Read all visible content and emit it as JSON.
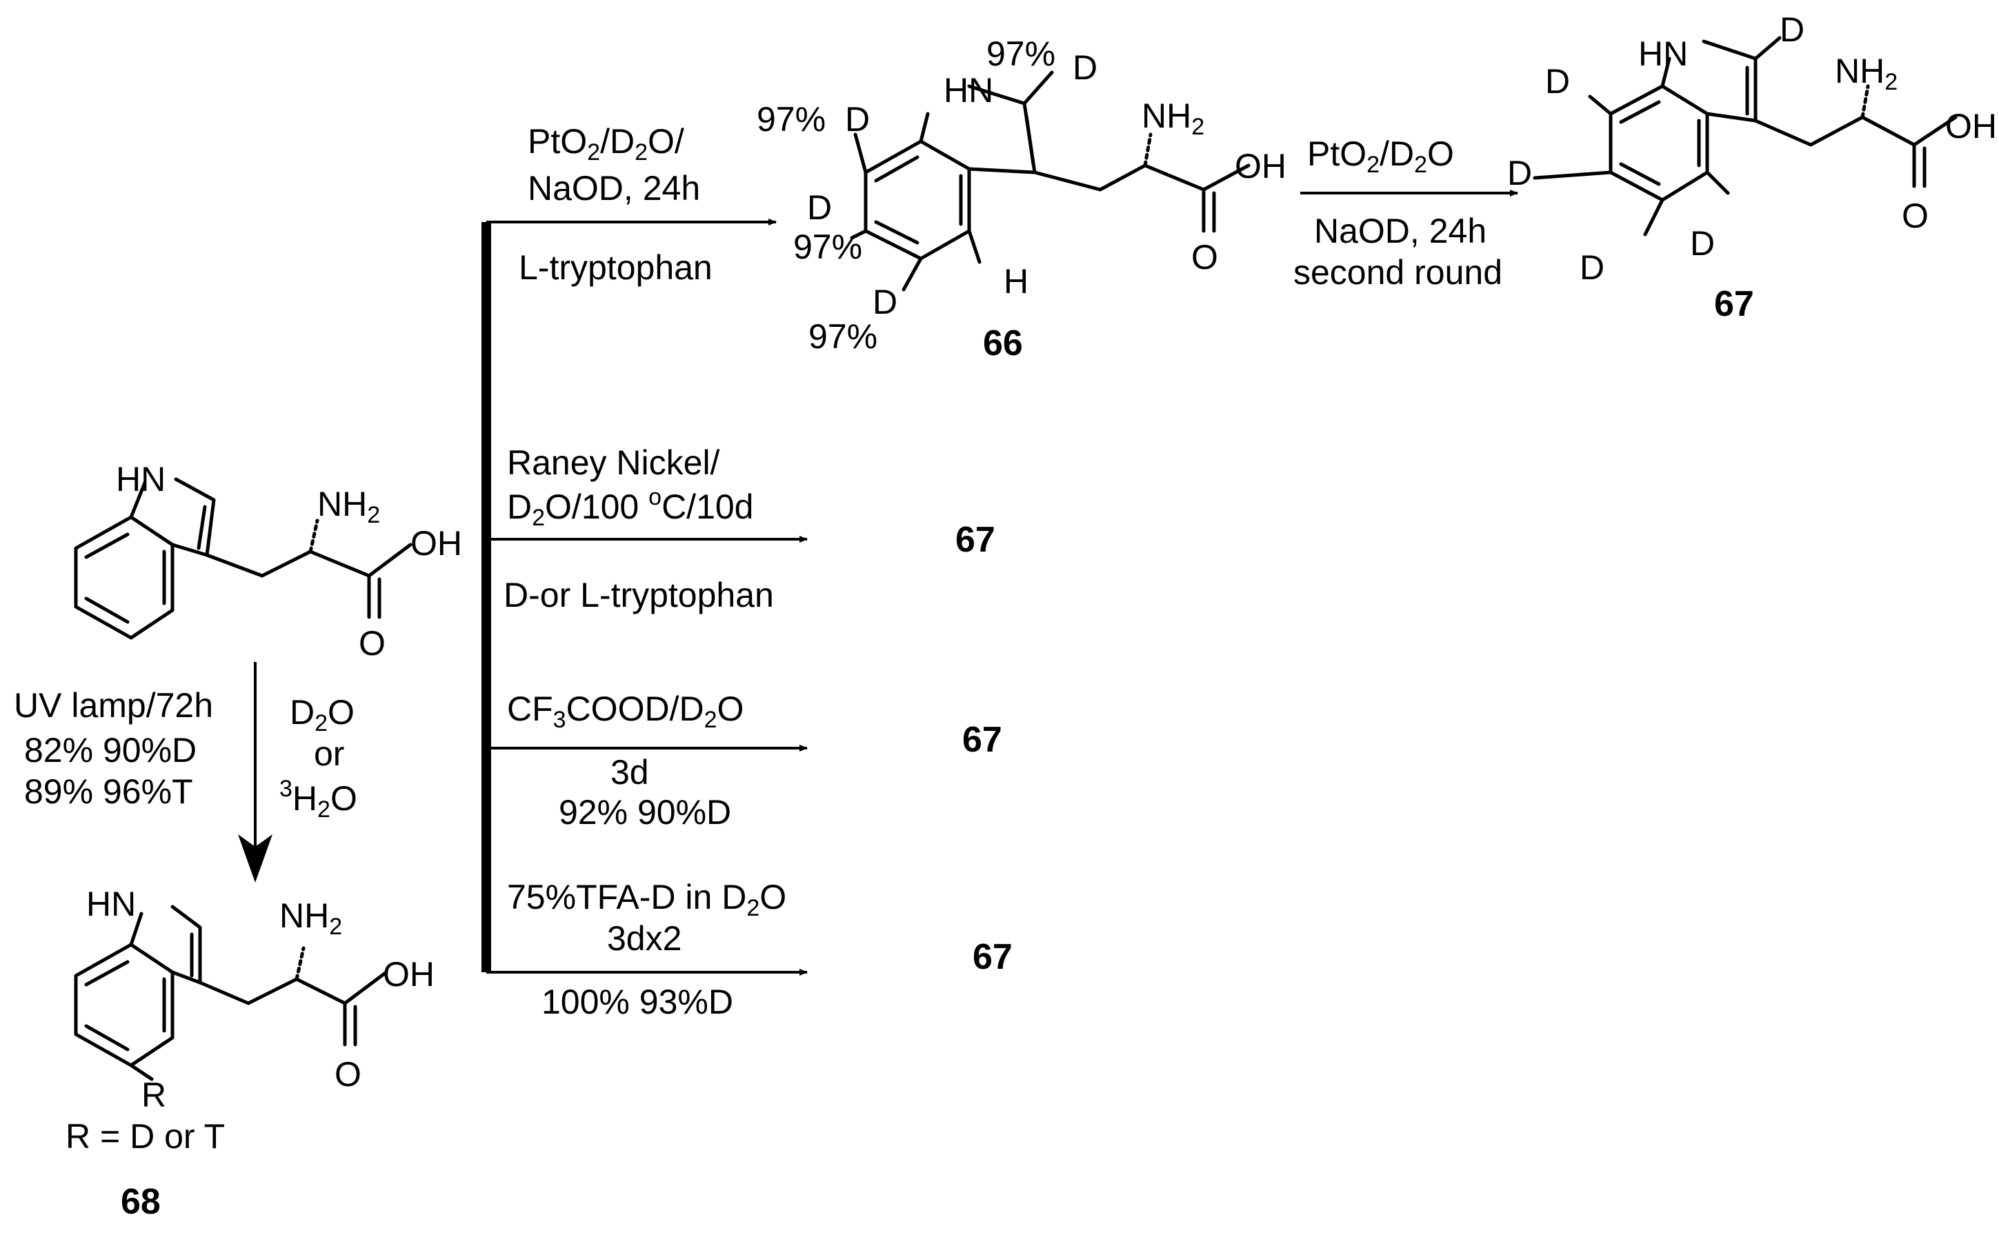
{
  "atoms": {
    "hn": "HN",
    "nh2": "NH",
    "nh2_sub": "2",
    "oh": "OH",
    "o": "O",
    "h": "H",
    "d": "D",
    "r": "R"
  },
  "compounds": {
    "c66": "66",
    "c67": "67",
    "c68": "68"
  },
  "percent_labels": {
    "p97": "97%"
  },
  "substituent": {
    "r_def": "R = D or T"
  },
  "conditions": {
    "ptO2_line1_a": "PtO",
    "ptO2_line1_sub1": "2",
    "ptO2_line1_b": "/D",
    "ptO2_line1_sub2": "2",
    "ptO2_line1_c": "O/",
    "ptO2_line2": "NaOD, 24h",
    "ptO2_line3": "L-tryptophan",
    "second_line1_a": "PtO",
    "second_line1_sub1": "2",
    "second_line1_b": "/D",
    "second_line1_sub2": "2",
    "second_line1_c": "O",
    "second_line2": "NaOD, 24h",
    "second_line3": "second round",
    "raney_line1": "Raney Nickel/",
    "raney_line2_a": "D",
    "raney_line2_sub": "2",
    "raney_line2_b": "O/100 ",
    "raney_line2_sup": "o",
    "raney_line2_c": "C/10d",
    "raney_line3": "D-or L-tryptophan",
    "cf3_a": "CF",
    "cf3_sub1": "3",
    "cf3_b": "COOD/D",
    "cf3_sub2": "2",
    "cf3_c": "O",
    "cf3_line2": "3d",
    "cf3_line3": "92% 90%D",
    "tfa_a": "75%TFA-D in D",
    "tfa_sub": "2",
    "tfa_b": "O",
    "tfa_line2": "3dx2",
    "tfa_line3": "100% 93%D",
    "uv_line1": "UV lamp/72h",
    "uv_line2": "82% 90%D",
    "uv_line3": "89% 96%T",
    "d2o_a": "D",
    "d2o_sub": "2",
    "d2o_b": "O",
    "or": "or",
    "t2o_sup": "3",
    "t2o_a": "H",
    "t2o_sub": "2",
    "t2o_b": "O"
  }
}
